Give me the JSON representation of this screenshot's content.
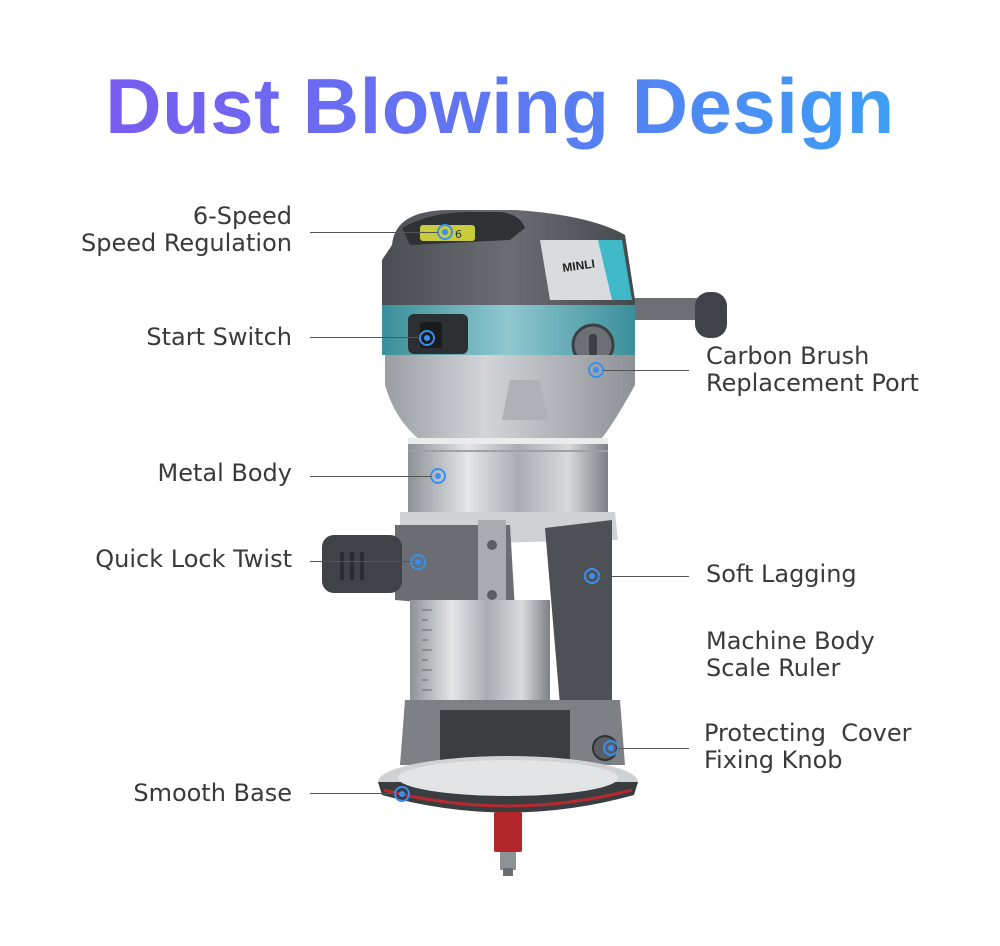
{
  "title": "Dust Blowing Design",
  "brand": "MINLI",
  "speed_dial_mark": "6",
  "features_left": [
    {
      "line1": "6-Speed",
      "line2": "Speed Regulation"
    },
    {
      "line1": "Start Switch"
    },
    {
      "line1": "Metal Body"
    },
    {
      "line1": "Quick Lock Twist"
    },
    {
      "line1": "Smooth Base"
    }
  ],
  "features_right": [
    {
      "line1": "Carbon Brush",
      "line2": "Replacement Port"
    },
    {
      "line1": "Soft Lagging"
    },
    {
      "line1": "Machine Body",
      "line2": "Scale Ruler"
    },
    {
      "line1": "Protecting  Cover",
      "line2": "Fixing Knob"
    }
  ],
  "colors": {
    "title_gradient_start": "#7a5cf0",
    "title_gradient_end": "#3d9ff5",
    "accent_teal": "#3fb8c8",
    "marker_blue": "#3a8ff0",
    "body_gray": "#5f6266",
    "metal": "#c9ccd0",
    "bit_red": "#b3262a"
  }
}
